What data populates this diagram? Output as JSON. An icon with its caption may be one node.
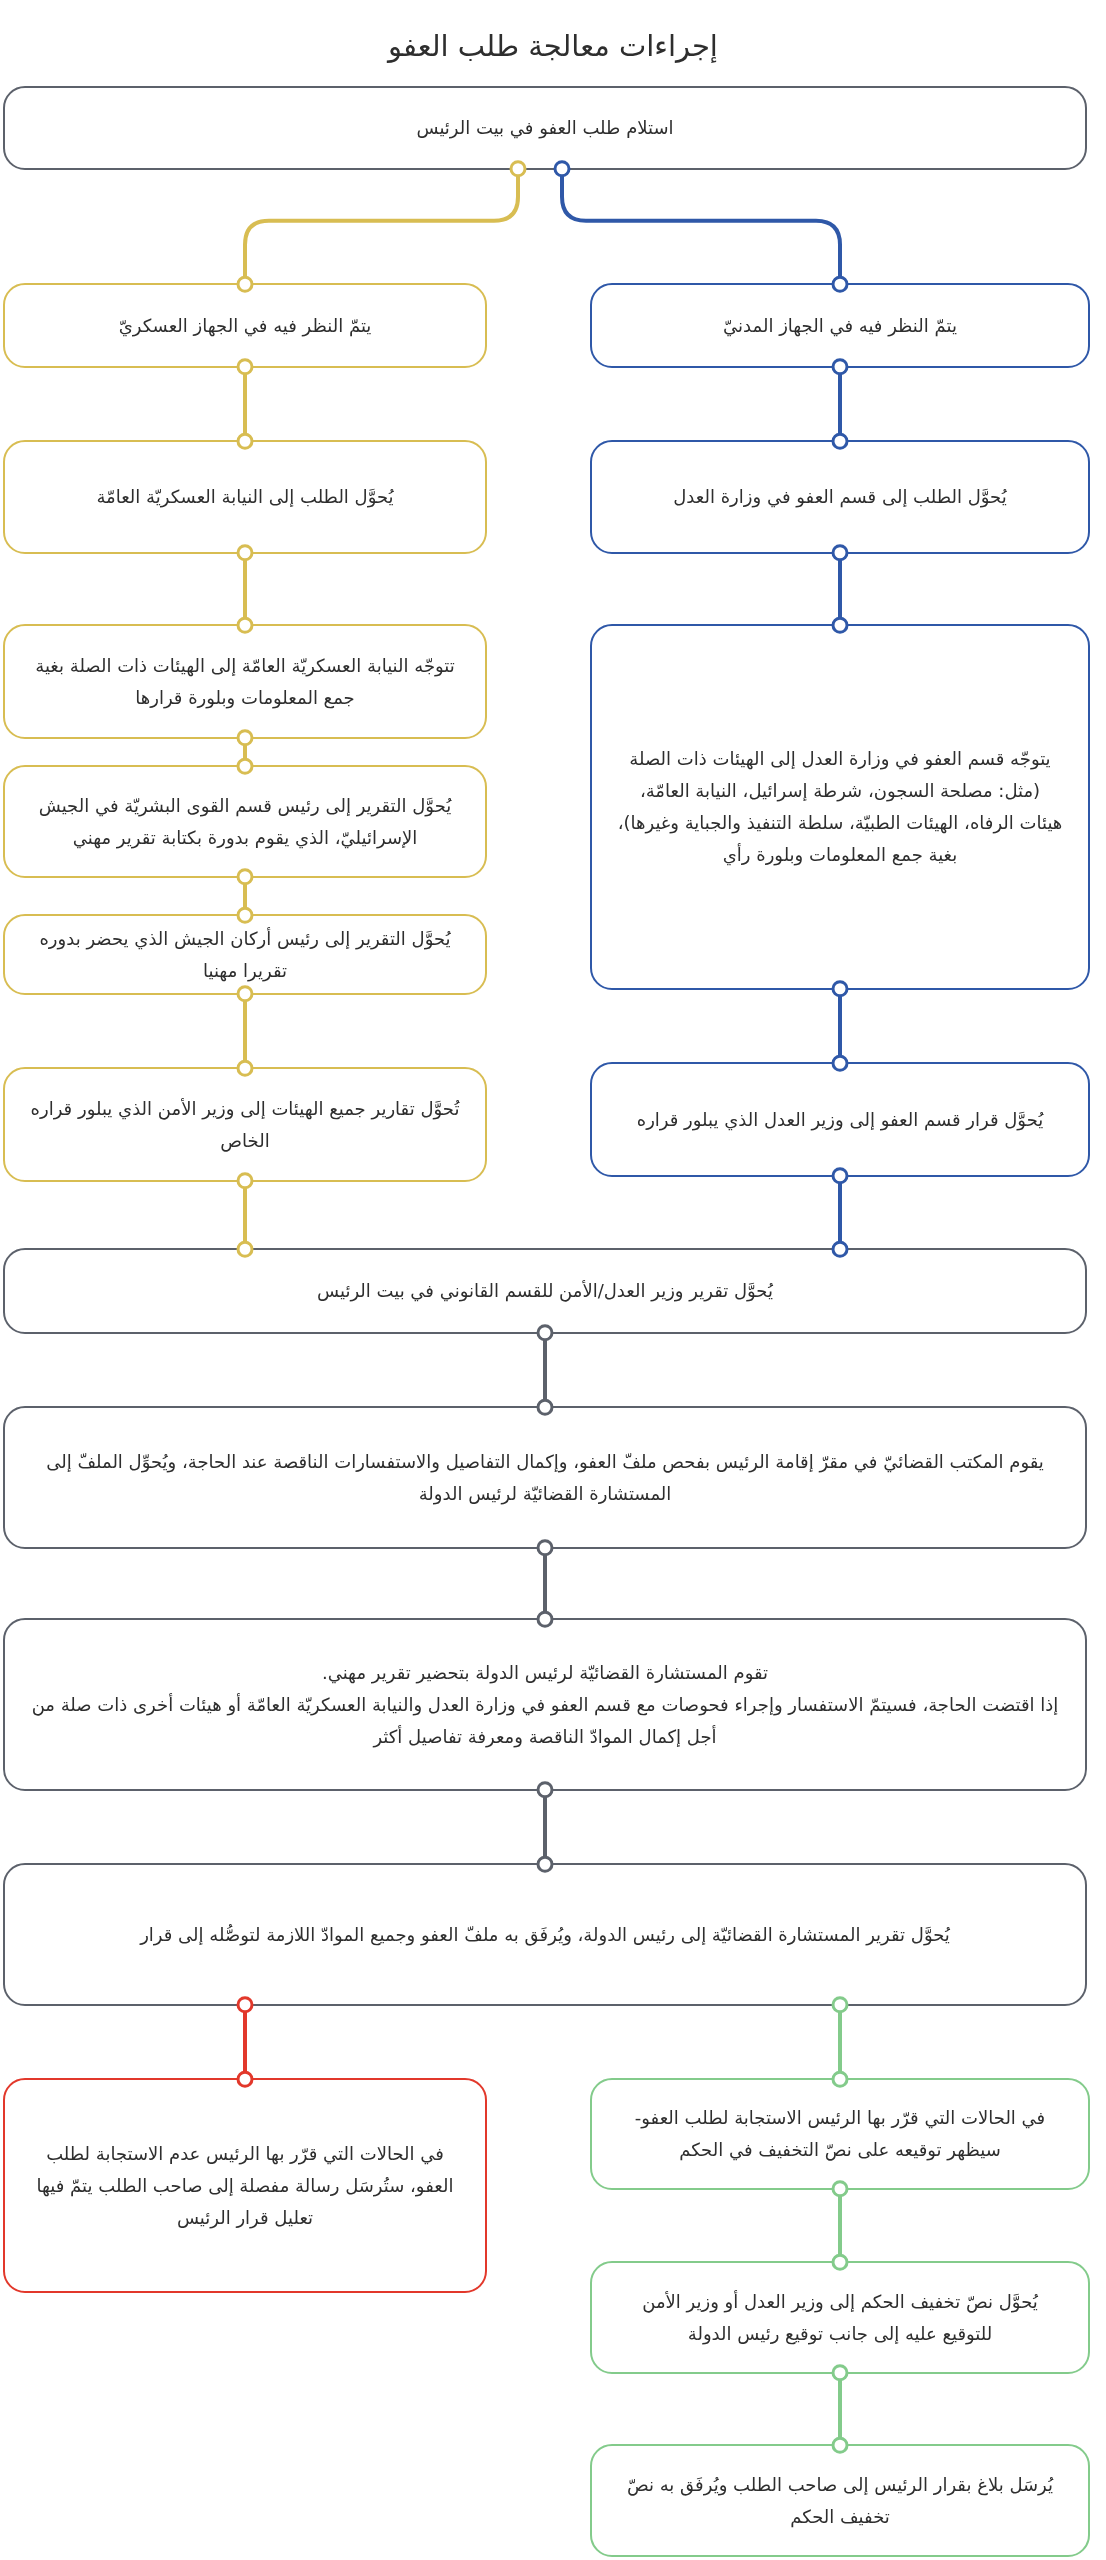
{
  "diagram": {
    "title": "إجراءات معالجة طلب العفو",
    "nodes": [
      {
        "text": [
          "استلام طلب العفو في بيت الرئيس"
        ]
      },
      {
        "text": [
          "يتمّ النظر فيه في الجهاز المدنيّ"
        ]
      },
      {
        "text": [
          "يتمّ النظر فيه في الجهاز العسكريّ"
        ]
      },
      {
        "text": [
          "يُحوَّل الطلب إلى قسم العفو في وزارة العدل"
        ]
      },
      {
        "text": [
          "يُحوَّل الطلب إلى النيابة العسكريّة العامّة"
        ]
      },
      {
        "text": [
          "يتوجّه قسم العفو في وزارة العدل إلى الهيئات ذات الصلة (مثل: مصلحة السجون، شرطة إسرائيل، النيابة العامّة، هيئات الرفاه، الهيئات الطبيّة، سلطة التنفيذ والجباية وغيرها)، بغية جمع المعلومات وبلورة رأي"
        ]
      },
      {
        "text": [
          "تتوجّه النيابة العسكريّة العامّة إلى الهيئات ذات الصلة بغية جمع المعلومات وبلورة قرارها"
        ]
      },
      {
        "text": [
          "يُحوَّل التقرير إلى رئيس قسم القوى البشريّة في الجيش الإسرائيليّ، الذي يقوم بدورة بكتابة تقرير مهني"
        ]
      },
      {
        "text": [
          "يُحوَّل التقرير إلى رئيس أركان الجيش الذي يحضر بدوره تقريرا مهنيا"
        ]
      },
      {
        "text": [
          "يُحوَّل قرار قسم العفو إلى وزير العدل الذي يبلور قراره"
        ]
      },
      {
        "text": [
          "تُحوَّل تقارير جميع الهيئات إلى وزير الأمن الذي يبلور قراره الخاص"
        ]
      },
      {
        "text": [
          "يُحوَّل تقرير وزير العدل/الأمن للقسم القانوني في بيت الرئيس"
        ]
      },
      {
        "text": [
          "يقوم المكتب القضائيّ في مقرّ إقامة الرئيس بفحص ملفّ العفو، وإكمال التفاصيل والاستفسارات الناقصة عند الحاجة، ويُحوِّل الملفّ إلى المستشارة القضائيّة لرئيس الدولة"
        ]
      },
      {
        "text": [
          "تقوم المستشارة القضائيّة لرئيس الدولة بتحضير تقرير مهني.",
          "إذا اقتضت الحاجة، فسيتمّ الاستفسار وإجراء فحوصات مع قسم العفو في وزارة العدل والنيابة العسكريّة العامّة أو هيئات أخرى ذات صلة من أجل إكمال الموادّ الناقصة ومعرفة تفاصيل أكثر"
        ]
      },
      {
        "text": [
          "يُحوَّل تقرير المستشارة القضائيّة إلى رئيس الدولة، ويُرفَق به ملفّ العفو وجميع الموادّ اللازمة لتوصُّله إلى قرار"
        ]
      },
      {
        "text": [
          "في الحالات التي قرّر بها الرئيس الاستجابة لطلب العفو- سيظهر توقيعه على نصّ التخفيف في الحكم"
        ]
      },
      {
        "text": [
          "في الحالات التي قرّر بها الرئيس عدم الاستجابة لطلب العفو، ستُرسَل رسالة مفصلة إلى صاحب الطلب يتمّ فيها تعليل قرار الرئيس"
        ]
      },
      {
        "text": [
          "يُحوَّل نصّ تخفيف الحكم إلى وزير العدل أو وزير الأمن للتوقيع عليه إلى جانب توقيع رئيس الدولة"
        ]
      },
      {
        "text": [
          "يُرسَل بلاغ بقرار الرئيس إلى صاحب الطلب ويُرفَق به نصّ تخفيف الحكم"
        ]
      }
    ],
    "edges": [
      {
        "from": 0,
        "to": 1,
        "arrow": "other",
        "color": "#2f58a8"
      },
      {
        "from": 0,
        "to": 2,
        "arrow": "other"
      },
      {
        "from": 1,
        "to": 3,
        "arrow": "other",
        "color": "#2f58a8"
      },
      {
        "from": 2,
        "to": 4,
        "arrow": "other"
      },
      {
        "from": 3,
        "to": 5,
        "arrow": "other",
        "color": "#2f58a8"
      },
      {
        "from": 4,
        "to": 6,
        "arrow": "other"
      },
      {
        "from": 6,
        "to": 7,
        "arrow": "other"
      },
      {
        "from": 7,
        "to": 8,
        "arrow": "other"
      },
      {
        "from": 5,
        "to": 9,
        "arrow": "other",
        "color": "#2f58a8"
      },
      {
        "from": 8,
        "to": 10,
        "arrow": "other"
      },
      {
        "from": 9,
        "to": 11,
        "arrow": "other",
        "color": "#2f58a8"
      },
      {
        "from": 10,
        "to": 11,
        "arrow": "other"
      },
      {
        "from": 11,
        "to": 12,
        "arrow": "other",
        "color": "#5c616b"
      },
      {
        "from": 12,
        "to": 13,
        "arrow": "other",
        "color": "#5c616b"
      },
      {
        "from": 13,
        "to": 14,
        "arrow": "other",
        "color": "#5c616b"
      },
      {
        "from": 14,
        "to": 15,
        "arrow": "other",
        "color": "#83cb8b"
      },
      {
        "from": 14,
        "to": 16,
        "arrow": "other",
        "color": "#e2382b"
      },
      {
        "from": 15,
        "to": 17,
        "arrow": "other",
        "color": "#83cb8b"
      },
      {
        "from": 17,
        "to": 18,
        "arrow": "other",
        "color": "#83cb8b"
      }
    ]
  }
}
